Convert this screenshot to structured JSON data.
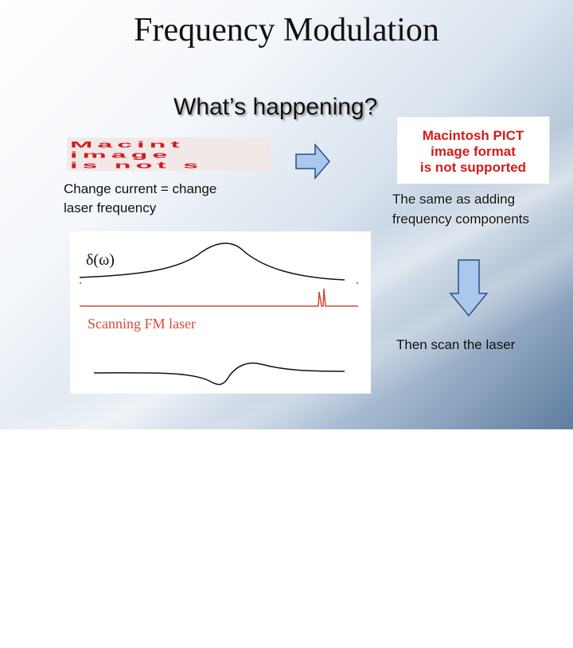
{
  "slide": {
    "title": "Frequency Modulation",
    "subtitle": "What’s happening?",
    "left_caption_line1": "Change current = change",
    "left_caption_line2": "laser frequency",
    "right_caption_line1": "The same as adding",
    "right_caption_line2": "frequency components",
    "bottom_caption": "Then scan the laser",
    "pict_placeholder_right": [
      "Macintosh PICT",
      "image format",
      "is not supported"
    ],
    "pict_placeholder_left": [
      "Macint",
      "image",
      "is not s"
    ]
  },
  "figure": {
    "delta_label": "δ(ω)",
    "scan_label": "Scanning FM laser"
  },
  "colors": {
    "arrow_fill": "#a9c8ec",
    "arrow_stroke": "#2a4f86",
    "pict_text": "#d21c1c",
    "scan_label": "#d44a3a"
  },
  "icons": {
    "right_arrow": "arrow-right-icon",
    "down_arrow": "arrow-down-icon"
  }
}
